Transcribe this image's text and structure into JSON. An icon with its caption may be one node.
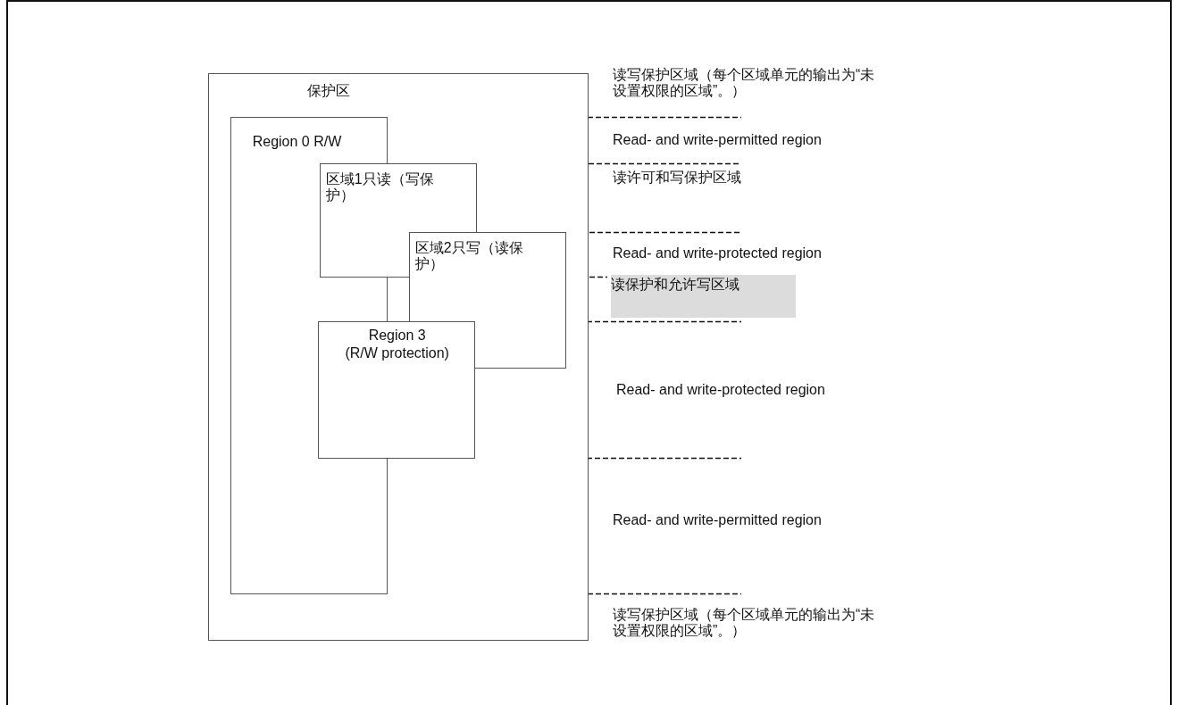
{
  "diagram": {
    "nodes": [
      {
        "text": [
          "保护区"
        ]
      },
      {
        "text": [
          "Region 0 R/W"
        ],
        "in": 0
      },
      {
        "text": [
          "区域1只读（写保护）"
        ],
        "in": 0
      },
      {
        "text": [
          "区域2只写（读保护）"
        ],
        "in": 0
      },
      {
        "text": [
          "Region 3",
          "(R/W protection)"
        ],
        "in": 0
      }
    ],
    "labels": [
      "读写保护区域（每个区域单元的输出为“未设置权限的区域”。）",
      "Read- and write-permitted region",
      "读许可和写保护区域",
      "Read- and write-protected region",
      "读保护和允许写区域",
      "Read- and write-protected region",
      "Read- and write-permitted region",
      "读写保护区域（每个区域单元的输出为“未设置权限的区域”。）"
    ]
  }
}
